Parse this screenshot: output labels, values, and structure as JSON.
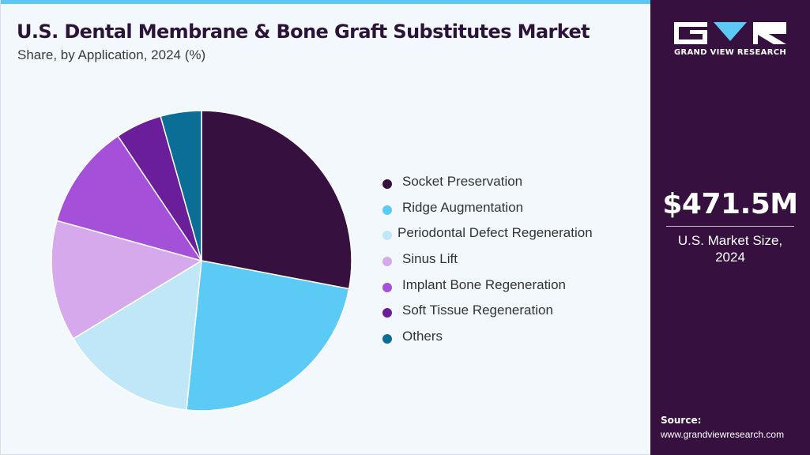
{
  "chart_data": {
    "type": "pie",
    "title": "U.S. Dental Membrane & Bone Graft Substitutes Market",
    "subtitle": "Share, by Application, 2024 (%)",
    "categories": [
      "Socket Preservation",
      "Ridge Augmentation",
      "Periodontal Defect Regeneration",
      "Sinus Lift",
      "Implant Bone Regeneration",
      "Soft Tissue Regeneration",
      "Others"
    ],
    "values": [
      28.0,
      23.6,
      14.7,
      13.0,
      11.3,
      5.0,
      4.4
    ],
    "colors": [
      "#36103f",
      "#5bcbf5",
      "#bfe7f8",
      "#d5a9ec",
      "#a550d9",
      "#6a1e9a",
      "#0b6e96"
    ],
    "legend_position": "right"
  },
  "sidebar": {
    "brand": "GRAND VIEW RESEARCH",
    "market_value": "$471.5M",
    "market_label_line1": "U.S. Market Size,",
    "market_label_line2": "2024",
    "source_heading": "Source:",
    "source_url": "www.grandviewresearch.com"
  }
}
